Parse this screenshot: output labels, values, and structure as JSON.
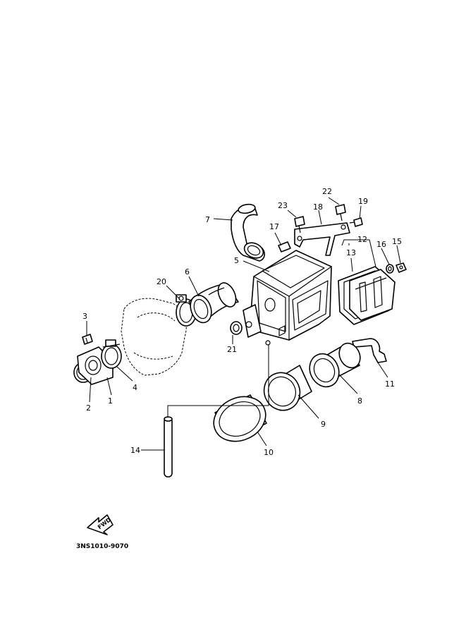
{
  "diagram": {
    "callouts": [
      {
        "id": "1",
        "label": "1"
      },
      {
        "id": "2",
        "label": "2"
      },
      {
        "id": "3",
        "label": "3"
      },
      {
        "id": "4",
        "label": "4"
      },
      {
        "id": "5",
        "label": "5"
      },
      {
        "id": "6",
        "label": "6"
      },
      {
        "id": "7",
        "label": "7"
      },
      {
        "id": "8",
        "label": "8"
      },
      {
        "id": "9",
        "label": "9"
      },
      {
        "id": "10",
        "label": "10"
      },
      {
        "id": "11",
        "label": "11"
      },
      {
        "id": "12",
        "label": "12"
      },
      {
        "id": "13",
        "label": "13"
      },
      {
        "id": "14",
        "label": "14"
      },
      {
        "id": "15",
        "label": "15"
      },
      {
        "id": "16",
        "label": "16"
      },
      {
        "id": "17",
        "label": "17"
      },
      {
        "id": "18",
        "label": "18"
      },
      {
        "id": "19",
        "label": "19"
      },
      {
        "id": "20",
        "label": "20"
      },
      {
        "id": "21",
        "label": "21"
      },
      {
        "id": "22",
        "label": "22"
      },
      {
        "id": "23",
        "label": "23"
      }
    ],
    "fwd_label": "FWD",
    "drawing_code": "3NS1010-9070"
  }
}
